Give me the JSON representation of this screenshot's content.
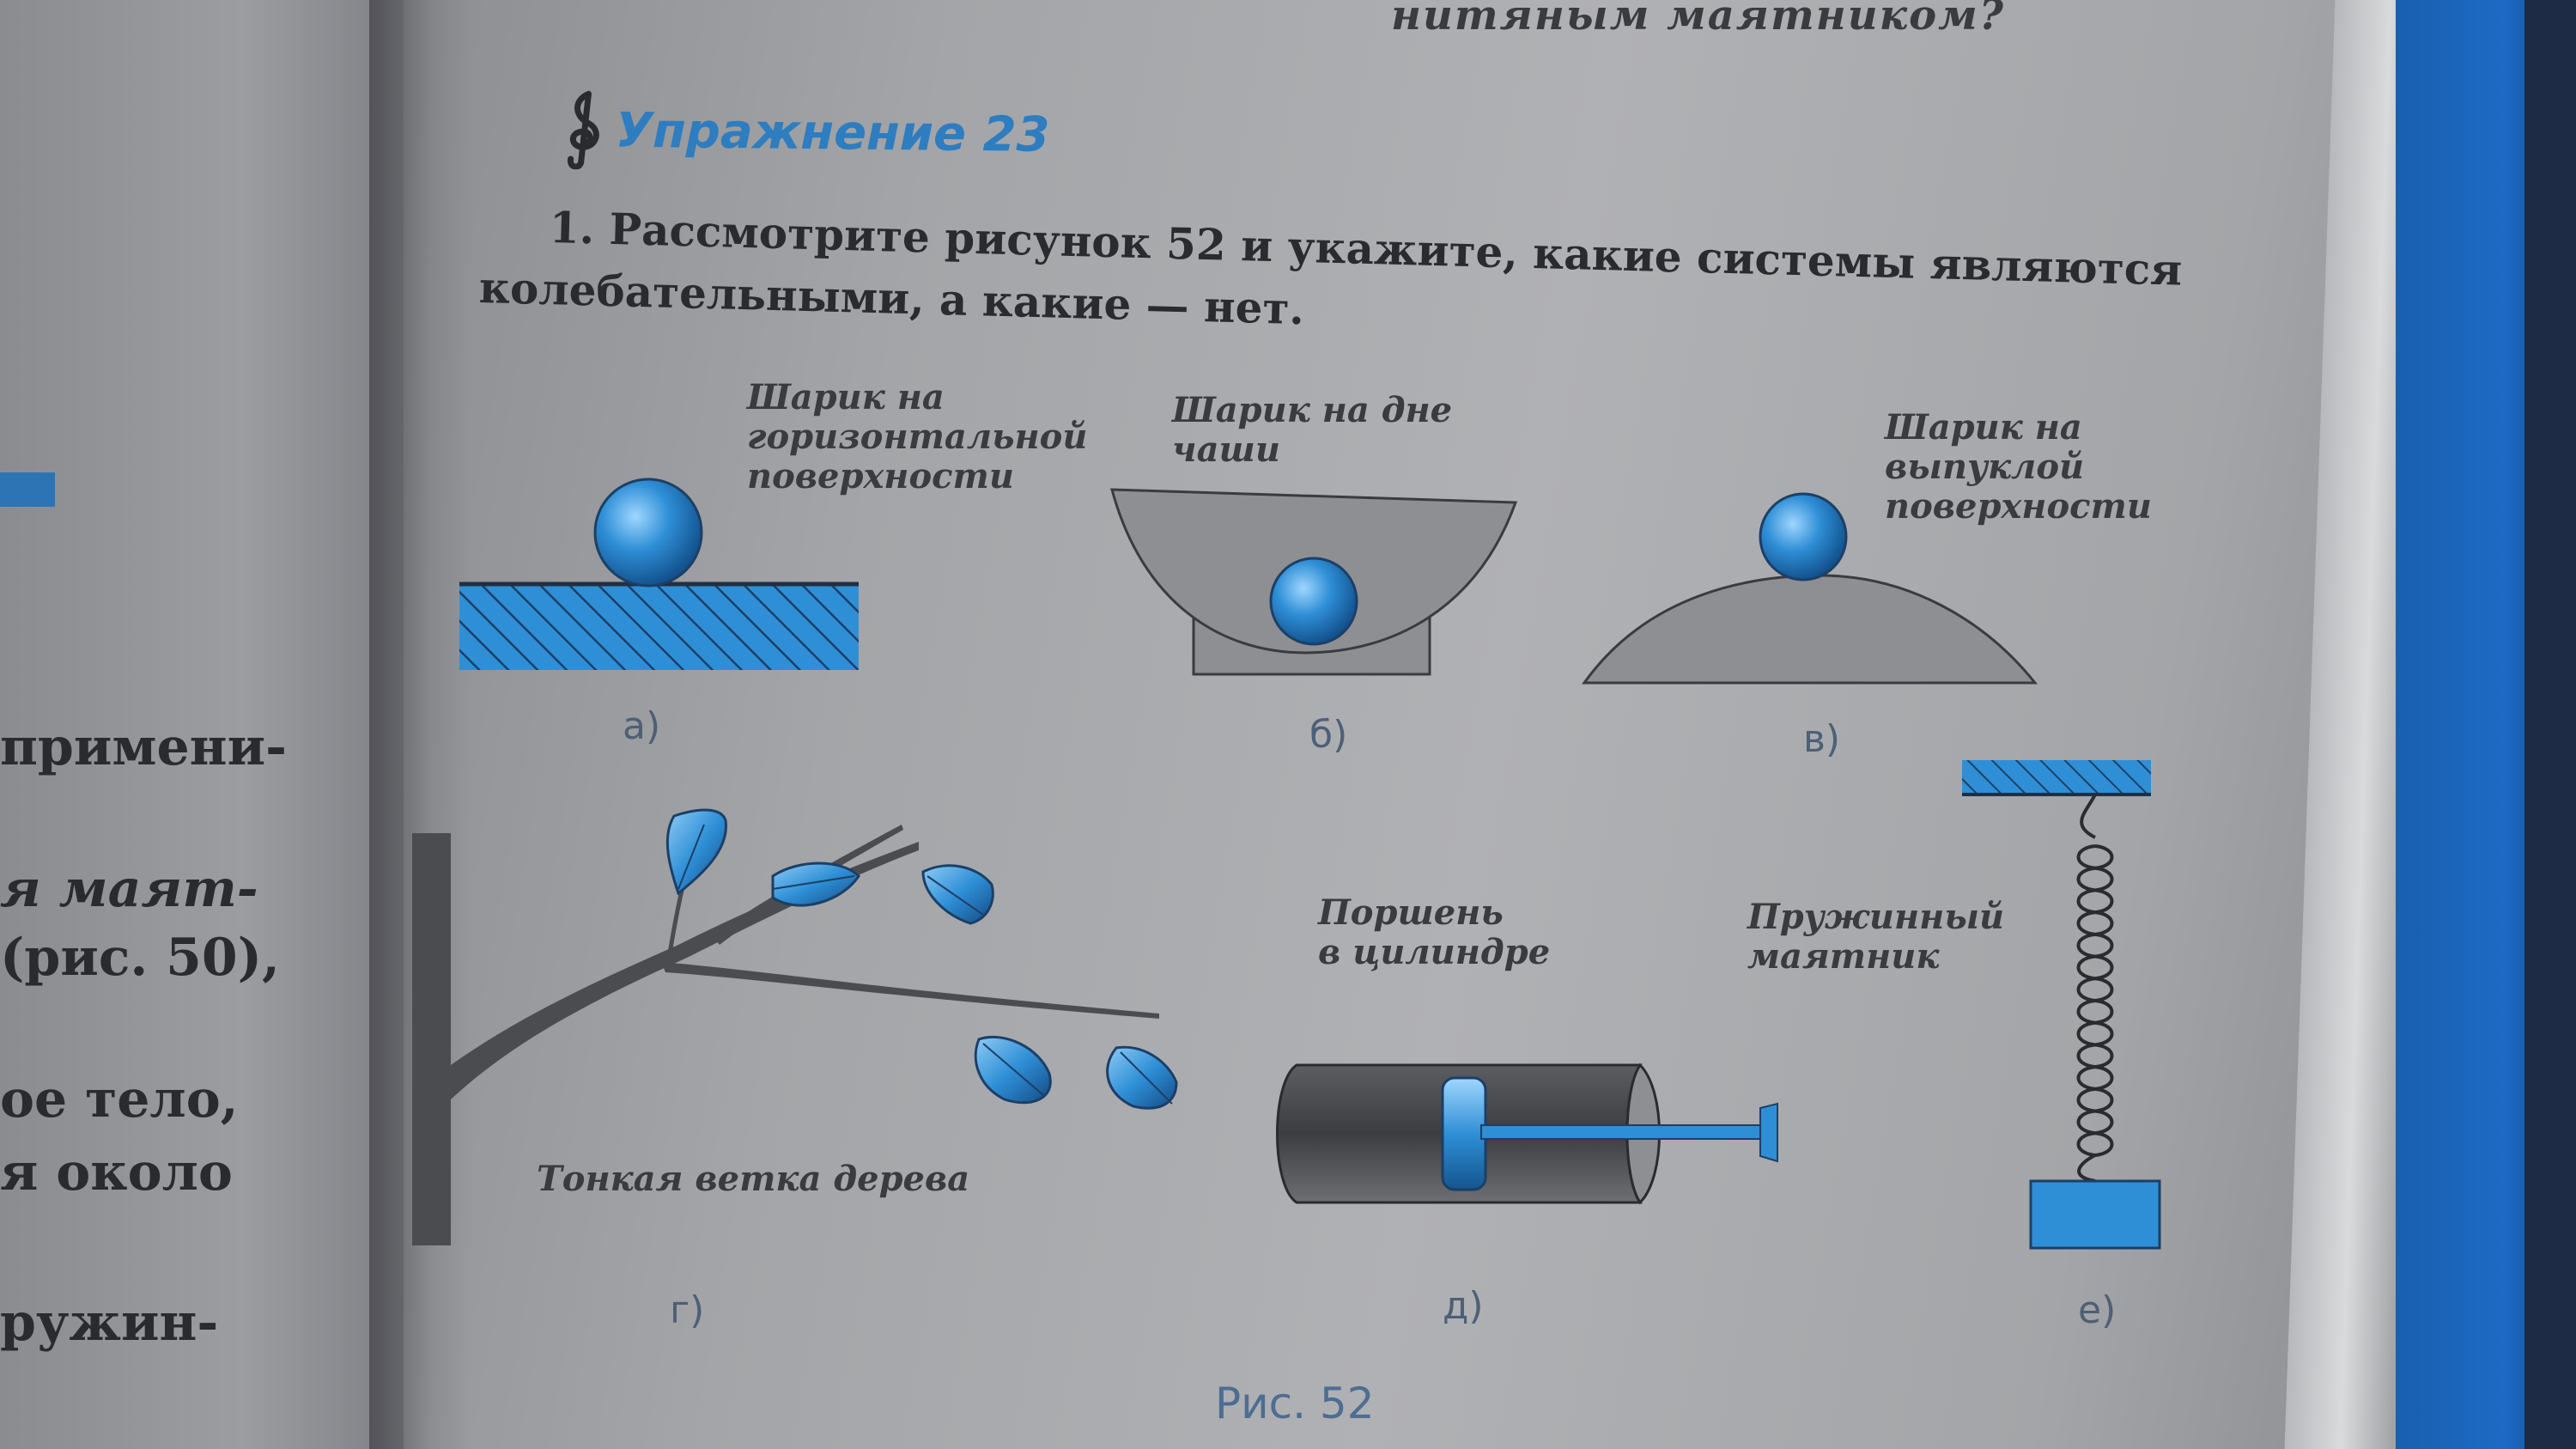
{
  "top_text": "нитяным маятником?",
  "left_page": {
    "lines": [
      "примени-",
      "я маят-",
      "(рис. 50),",
      "ое тело,",
      "я около",
      "ружин-"
    ]
  },
  "exercise": {
    "title": "Упражнение 23",
    "icon": "treble-clef-icon"
  },
  "question": {
    "line1": "1. Рассмотрите рисунок 52 и укажите, какие системы являются",
    "line2": "колебательными, а какие — нет."
  },
  "figure": {
    "label": "Рис. 52",
    "panels": [
      {
        "letter": "а)",
        "caption": [
          "Шарик на",
          "горизонтальной",
          "поверхности"
        ]
      },
      {
        "letter": "б)",
        "caption": [
          "Шарик на дне",
          "чаши"
        ]
      },
      {
        "letter": "в)",
        "caption": [
          "Шарик на",
          "выпуклой",
          "поверхности"
        ]
      },
      {
        "letter": "г)",
        "caption": [
          "Тонкая ветка дерева"
        ]
      },
      {
        "letter": "д)",
        "caption": [
          "Поршень",
          "в цилиндре"
        ]
      },
      {
        "letter": "е)",
        "caption": [
          "Пружинный",
          "маятник"
        ]
      }
    ]
  },
  "colors": {
    "accent_blue": "#2f8fd6",
    "gray_fill": "#8d8f93",
    "text": "#2a2b2e"
  }
}
